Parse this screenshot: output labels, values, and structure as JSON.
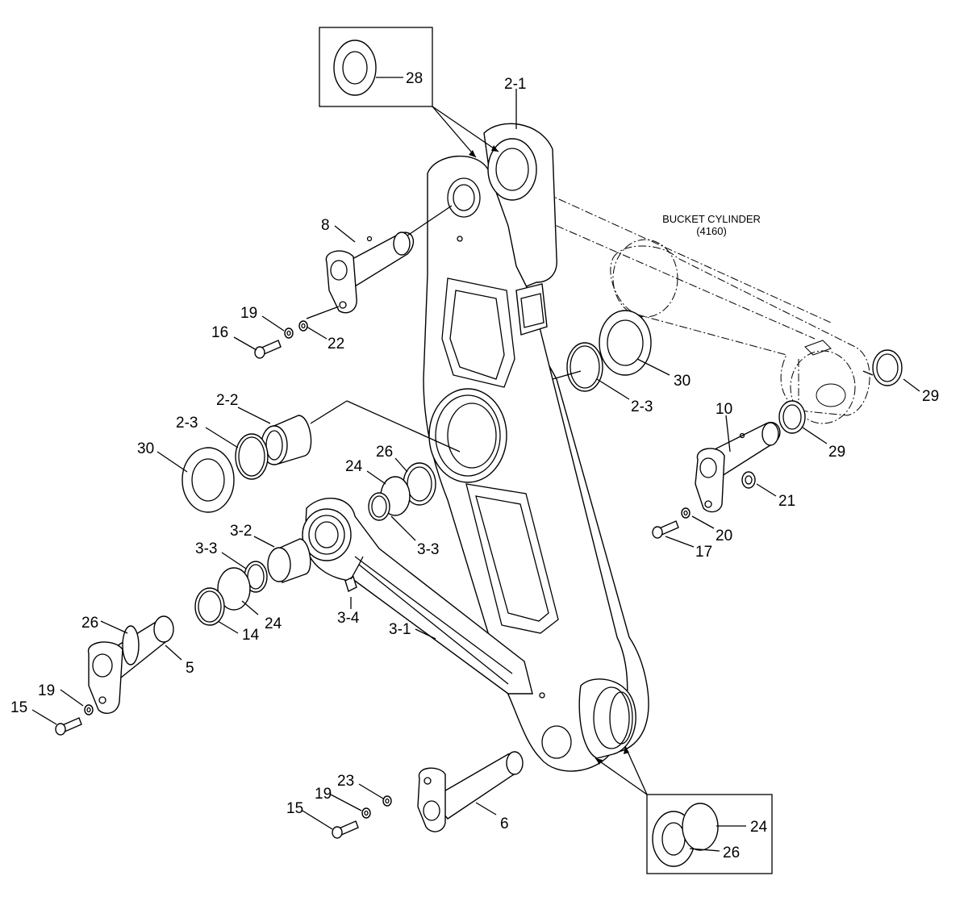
{
  "cylinder_caption": {
    "line1": "BUCKET CYLINDER",
    "line2": "(4160)"
  },
  "labels": {
    "p28": "28",
    "p2_1": "2-1",
    "p8": "8",
    "p19a": "19",
    "p16": "16",
    "p22": "22",
    "p30a": "30",
    "p2_3a": "2-3",
    "p29a": "29",
    "p10": "10",
    "p29b": "29",
    "p21": "21",
    "p20": "20",
    "p17": "17",
    "p2_2": "2-2",
    "p2_3b": "2-3",
    "p30b": "30",
    "p26a": "26",
    "p24a": "24",
    "p3_3a": "3-3",
    "p3_2": "3-2",
    "p3_3b": "3-3",
    "p24b": "24",
    "p14": "14",
    "p3_4": "3-4",
    "p3_1": "3-1",
    "p26b": "26",
    "p5": "5",
    "p19b": "19",
    "p15a": "15",
    "p23": "23",
    "p19c": "19",
    "p15b": "15",
    "p6": "6",
    "p24c": "24",
    "p26c": "26"
  }
}
